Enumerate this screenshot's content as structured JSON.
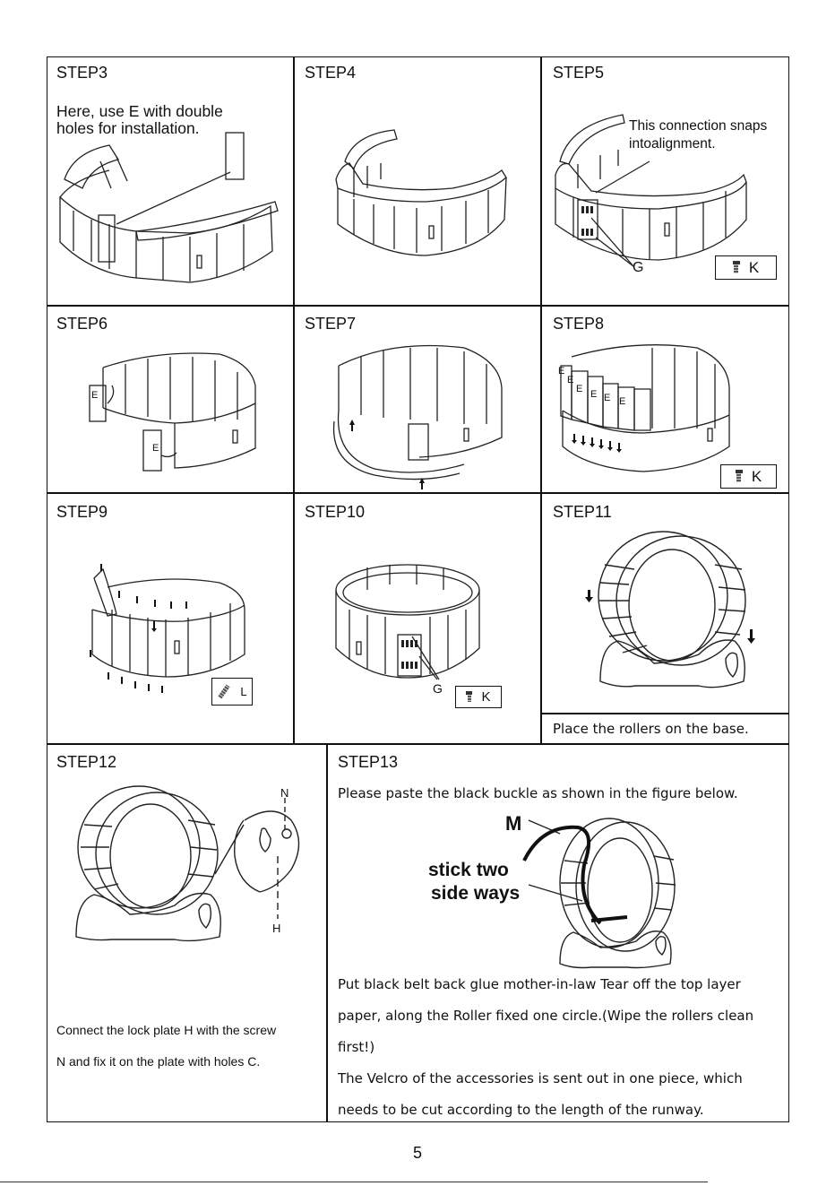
{
  "steps": {
    "s3": {
      "title": "STEP3",
      "note_line1": "Here, use E with double",
      "note_line2": "holes for installation."
    },
    "s4": {
      "title": "STEP4"
    },
    "s5": {
      "title": "STEP5",
      "note_line1": "This connection snaps",
      "note_line2": "intoalignment.",
      "label_g": "G",
      "screw": "K"
    },
    "s6": {
      "title": "STEP6",
      "label_e1": "E",
      "label_e2": "E"
    },
    "s7": {
      "title": "STEP7"
    },
    "s8": {
      "title": "STEP8",
      "labels_e": [
        "E",
        "E",
        "E",
        "E",
        "E",
        "E"
      ],
      "screw": "K"
    },
    "s9": {
      "title": "STEP9",
      "screw": "L"
    },
    "s10": {
      "title": "STEP10",
      "label_g": "G",
      "screw": "K"
    },
    "s11": {
      "title": "STEP11",
      "caption": "Place the rollers on the base."
    },
    "s12": {
      "title": "STEP12",
      "label_n": "N",
      "label_h": "H",
      "text_line1": "Connect the lock plate H with the screw",
      "text_line2": "N and fix it on the plate with holes C."
    },
    "s13": {
      "title": "STEP13",
      "intro": "Please paste the black buckle as shown in the figure below.",
      "label_m": "M",
      "callout_line1": "stick two",
      "callout_line2": "side ways",
      "para": [
        "Put black belt back glue mother-in-law Tear off the top layer",
        "paper, along the Roller fixed one circle.(Wipe the rollers clean",
        "first!)",
        "The Velcro of the accessories is sent out in one piece, which",
        "needs to be cut according to the length of the runway."
      ]
    }
  },
  "page_number": "5"
}
